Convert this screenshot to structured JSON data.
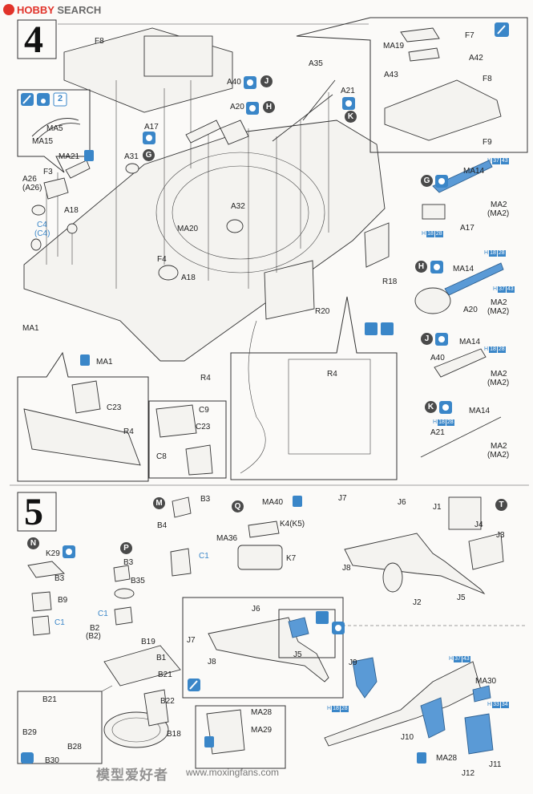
{
  "header": {
    "hobby": "HOBBY",
    "search": "SEARCH"
  },
  "steps": [
    "4",
    "5"
  ],
  "letters": [
    "J",
    "H",
    "K",
    "G",
    "G",
    "H",
    "J",
    "K",
    "M",
    "Q",
    "T",
    "N",
    "P"
  ],
  "step4_labels": [
    "F8",
    "MA19",
    "F7",
    "A42",
    "A43",
    "F8",
    "F9",
    "A35",
    "A40",
    "A21",
    "A20",
    "A17",
    "MA5",
    "MA15",
    "A31",
    "MA21",
    "A26",
    "(A26)",
    "F3",
    "A18",
    "C4",
    "(C4)",
    "A32",
    "MA20",
    "F4",
    "A18",
    "R18",
    "R20",
    "MA1",
    "MA1",
    "R4",
    "C23",
    "C9",
    "C23",
    "R4",
    "C8",
    "R4",
    "MA14",
    "MA2",
    "(MA2)",
    "A17",
    "MA14",
    "MA2",
    "(MA2)",
    "A20",
    "MA14",
    "A40",
    "MA2",
    "(MA2)",
    "MA14",
    "A21",
    "MA2",
    "(MA2)"
  ],
  "step5_labels": [
    "B3",
    "B4",
    "C1",
    "MA40",
    "K4(K5)",
    "MA36",
    "K7",
    "J7",
    "J6",
    "J1",
    "J4",
    "J3",
    "J8",
    "J2",
    "J5",
    "K29",
    "B3",
    "B9",
    "C1",
    "B3",
    "B35",
    "C1",
    "B2",
    "(B2)",
    "B19",
    "B1",
    "B21",
    "B22",
    "B18",
    "B21",
    "B29",
    "B28",
    "B30",
    "J6",
    "J7",
    "J8",
    "J5",
    "J9",
    "MA30",
    "MA28",
    "MA29",
    "J10",
    "MA28",
    "J11",
    "J12"
  ],
  "paint_refs": [
    "H",
    "37",
    "43",
    "H",
    "18",
    "28",
    "H",
    "18",
    "28",
    "H",
    "37",
    "43",
    "H",
    "18",
    "28",
    "H",
    "18",
    "28",
    "H",
    "37",
    "43",
    "H",
    "33",
    "34",
    "H",
    "18",
    "28"
  ],
  "icon_badge": "2",
  "watermark": "模型爱好者",
  "watermark_url": "www.moxingfans.com"
}
